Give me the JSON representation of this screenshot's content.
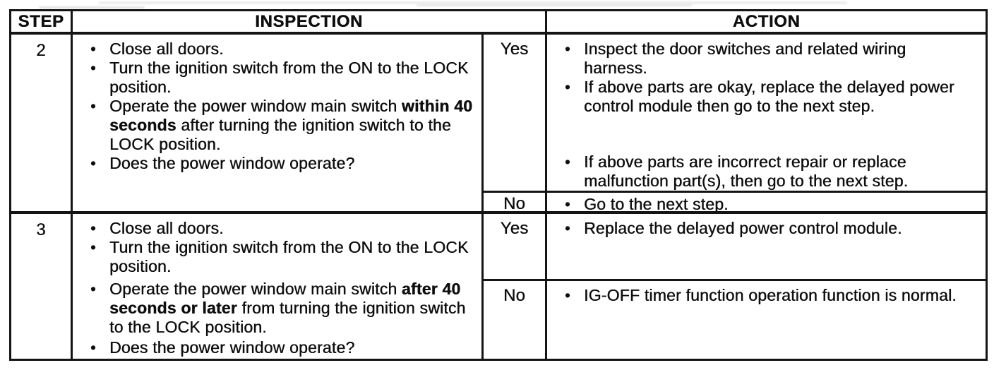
{
  "table": {
    "headers": {
      "step": "STEP",
      "inspection": "INSPECTION",
      "action": "ACTION"
    },
    "steps": [
      {
        "number": "2",
        "inspection": [
          {
            "text": "Close all doors."
          },
          {
            "text": "Turn the ignition switch from the ON to the LOCK position."
          },
          {
            "pre": "Operate the power window main switch ",
            "bold": "within 40 seconds",
            "post": " after turning the ignition switch to the LOCK position."
          },
          {
            "text": "Does the power window operate?"
          }
        ],
        "yes": {
          "label": "Yes",
          "actions": [
            {
              "text": "Inspect the door switches and related wiring harness."
            },
            {
              "text": "If above parts are okay, replace the delayed power control module then go to the next step."
            },
            {
              "text": "If above parts are incorrect repair or replace malfunction part(s), then go to the next step."
            }
          ]
        },
        "no": {
          "label": "No",
          "actions": [
            {
              "text": "Go to the next step."
            }
          ]
        }
      },
      {
        "number": "3",
        "inspection": [
          {
            "text": "Close all doors."
          },
          {
            "text": "Turn the ignition switch from the ON to the LOCK position."
          },
          {
            "pre": "Operate the power window main switch ",
            "bold": "after 40 seconds or later",
            "post": " from turning the ignition switch to the LOCK position."
          },
          {
            "text": "Does the power window operate?"
          }
        ],
        "yes": {
          "label": "Yes",
          "actions": [
            {
              "text": "Replace the delayed power control module."
            }
          ]
        },
        "no": {
          "label": "No",
          "actions": [
            {
              "text": "IG-OFF timer function operation function is normal."
            }
          ]
        }
      }
    ]
  }
}
